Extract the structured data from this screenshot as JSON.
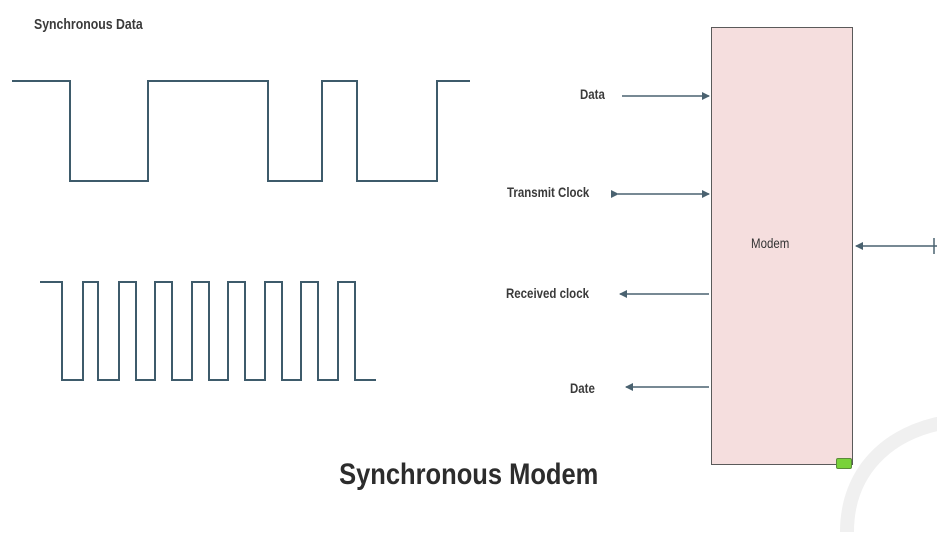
{
  "diagram": {
    "top_title": "Synchronous Data",
    "main_title": "Synchronous Modem",
    "modem_label": "Modem",
    "signals": {
      "data": "Data",
      "transmit_clock": "Transmit Clock",
      "received_clock": "Received clock",
      "date": "Date"
    },
    "icons": {
      "status": "status-led-icon",
      "watermark": "watermark-logo-icon"
    }
  },
  "colors": {
    "waveform": "#3e5b6b",
    "modem_fill": "#f5dede",
    "status_led": "#79d23a"
  }
}
